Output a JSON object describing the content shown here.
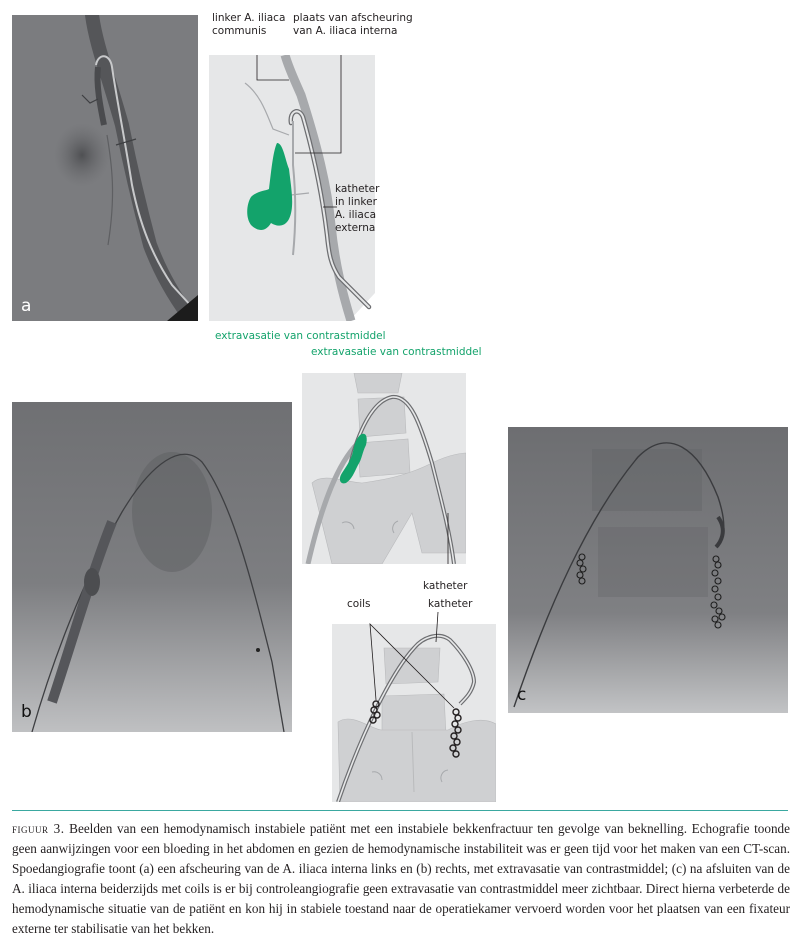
{
  "panels": {
    "a": {
      "letter": "a"
    },
    "b": {
      "letter": "b"
    },
    "c": {
      "letter": "c"
    }
  },
  "diagram_a": {
    "label_common_iliac": "linker A. iliaca\ncommunis",
    "label_tear_site": "plaats van afscheuring\nvan A. iliaca interna",
    "label_catheter": "katheter\nin linker\nA. iliaca\nexterna",
    "label_extravasation": "extravasatie van contrastmiddel"
  },
  "diagram_b": {
    "label_extravasation": "extravasatie van contrastmiddel",
    "label_catheter": "katheter"
  },
  "diagram_c": {
    "label_coils": "coils",
    "label_catheter": "katheter"
  },
  "colors": {
    "extravasation_green": "#13a36b",
    "rule_teal": "#3aa8a0",
    "diagram_bg": "#e6e7e8",
    "bone_gray": "#cfd0d2",
    "xray_gray": "#7a7b7d"
  },
  "caption": {
    "figure_label": "figuur 3.",
    "text": "Beelden van een hemodynamisch instabiele patiënt met een instabiele bekkenfractuur ten gevolge van beknelling. Echografie toonde geen aanwijzingen voor een bloeding in het abdomen en gezien de hemodynamische instabiliteit was er geen tijd voor het maken van een CT-scan. Spoedangiografie toont (a) een afscheuring van de A. iliaca interna links en (b) rechts, met extravasatie van contrastmiddel; (c) na afsluiten van de A. iliaca interna beiderzijds met coils is er bij controleangiografie geen extravasatie van contrastmiddel meer zichtbaar. Direct hierna verbeterde de hemodynamische situatie van de patiënt en kon hij in stabiele toestand naar de operatiekamer vervoerd worden voor het plaatsen van een fixateur externe ter stabilisatie van het bekken."
  }
}
